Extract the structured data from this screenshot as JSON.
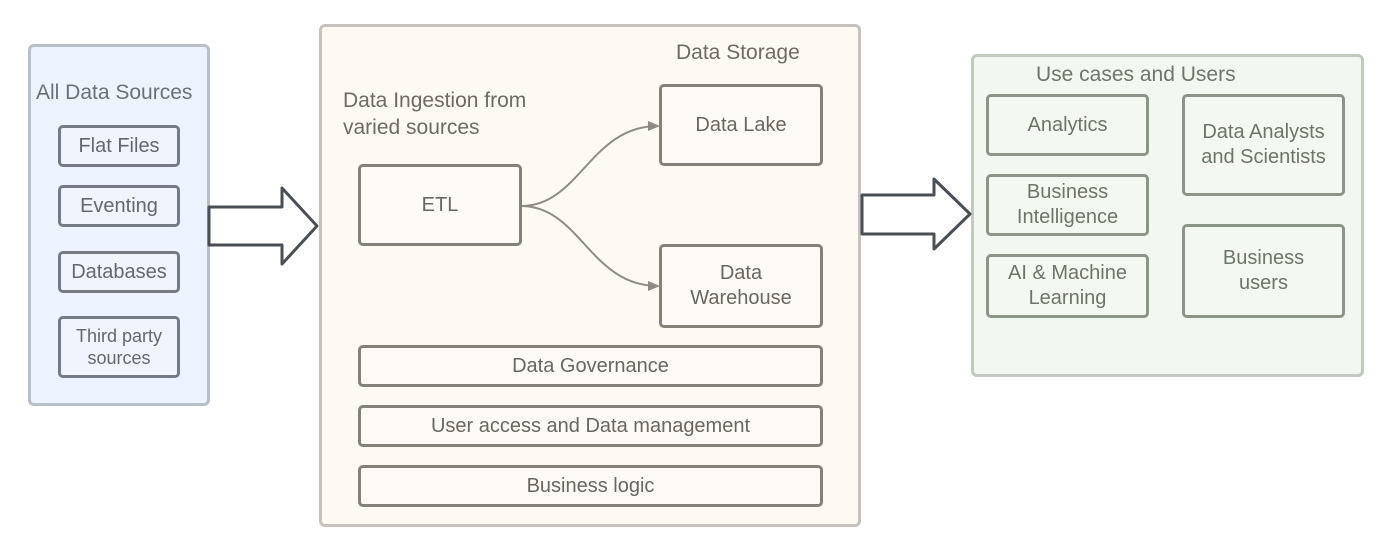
{
  "sources": {
    "title": "All Data Sources",
    "items": [
      {
        "label": "Flat Files"
      },
      {
        "label": "Eventing"
      },
      {
        "label": "Databases"
      },
      {
        "label": "Third party\nsources"
      }
    ]
  },
  "storage": {
    "title": "Data Storage",
    "ingestion_label": "Data Ingestion from\nvaried sources",
    "etl": "ETL",
    "data_lake": "Data Lake",
    "data_warehouse": "Data\nWarehouse",
    "layers": [
      {
        "label": "Data Governance"
      },
      {
        "label": "User access and Data management"
      },
      {
        "label": "Business logic"
      }
    ]
  },
  "use_cases": {
    "title": "Use cases and Users",
    "cases": [
      {
        "label": "Analytics"
      },
      {
        "label": "Business\nIntelligence"
      },
      {
        "label": "AI & Machine\nLearning"
      }
    ],
    "users": [
      {
        "label": "Data Analysts\nand Scientists"
      },
      {
        "label": "Business\nusers"
      }
    ]
  },
  "colors": {
    "sources_bg": "#eef4ff",
    "storage_bg": "#fdf9f3",
    "usecase_bg": "#f1f8ef",
    "arrow_stroke": "#4a4e55",
    "connector": "#8f8b84"
  }
}
